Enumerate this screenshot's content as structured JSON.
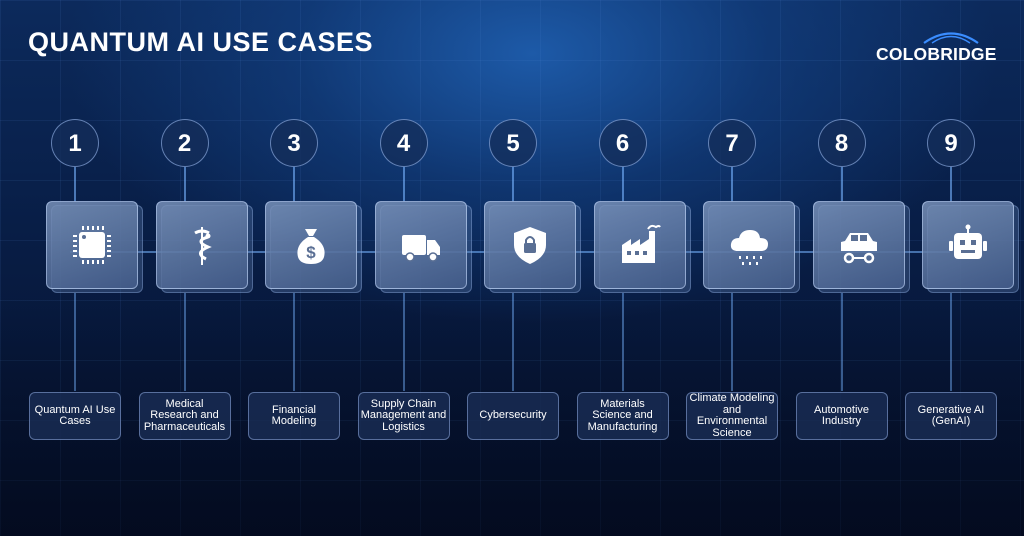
{
  "title": "QUANTUM AI USE CASES",
  "logo": {
    "text": "COLOBRIDGE"
  },
  "items": [
    {
      "number": "1",
      "label": "Quantum AI Use Cases",
      "icon": "chip-icon"
    },
    {
      "number": "2",
      "label": "Medical Research and Pharmaceuticals",
      "icon": "caduceus-icon"
    },
    {
      "number": "3",
      "label": "Financial Modeling",
      "icon": "money-bag-icon"
    },
    {
      "number": "4",
      "label": "Supply Chain Management and Logistics",
      "icon": "truck-icon"
    },
    {
      "number": "5",
      "label": "Cybersecurity",
      "icon": "shield-lock-icon"
    },
    {
      "number": "6",
      "label": "Materials Science and Manufacturing",
      "icon": "factory-icon"
    },
    {
      "number": "7",
      "label": "Climate Modeling and Environmental Science",
      "icon": "cloud-rain-icon"
    },
    {
      "number": "8",
      "label": "Automotive Industry",
      "icon": "car-icon"
    },
    {
      "number": "9",
      "label": "Generative AI (GenAI)",
      "icon": "robot-icon"
    }
  ]
}
